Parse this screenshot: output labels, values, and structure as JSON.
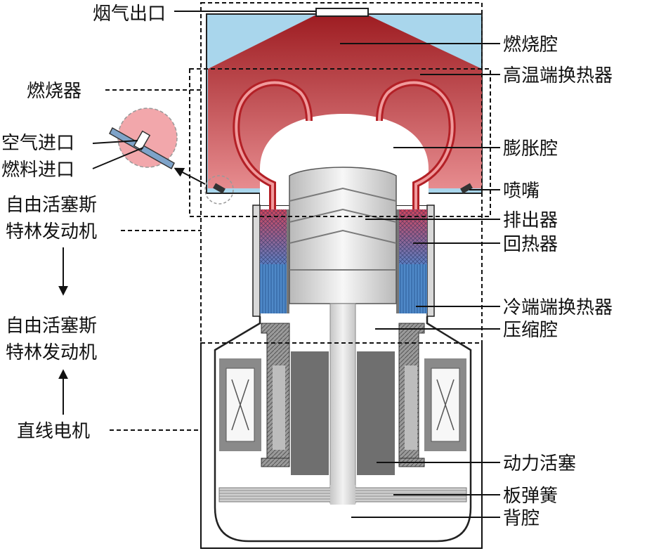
{
  "figure": {
    "labels_left": {
      "flue_outlet": "烟气出口",
      "burner": "燃烧器",
      "air_inlet": "空气进口",
      "fuel_inlet": "燃料进口",
      "fpse_top_line1": "自由活塞斯",
      "fpse_top_line2": "特林发动机",
      "fpse_mid_line1": "自由活塞斯",
      "fpse_mid_line2": "特林发动机",
      "linear_motor": "直线电机"
    },
    "labels_right": {
      "combustion_chamber": "燃烧腔",
      "hot_end_heat_exchanger": "高温端换热器",
      "expansion_chamber": "膨胀腔",
      "nozzle": "喷嘴",
      "displacer": "排出器",
      "regenerator": "回热器",
      "cold_end_heat_exchanger": "冷端端换热器",
      "compression_chamber": "压缩腔",
      "power_piston": "动力活塞",
      "plate_spring": "板弹簧",
      "back_chamber": "背腔"
    },
    "colors": {
      "flame_dark": "#9e1d22",
      "flame_light": "#e9878b",
      "outer_shell_blue": "#a9d6ec",
      "cold_hx_blue": "#4f89c8",
      "regenerator_red": "#d2455b",
      "regenerator_blue": "#5c7fc2",
      "gray_dark": "#8a8a8a",
      "gray_light": "#eeeeee"
    }
  }
}
